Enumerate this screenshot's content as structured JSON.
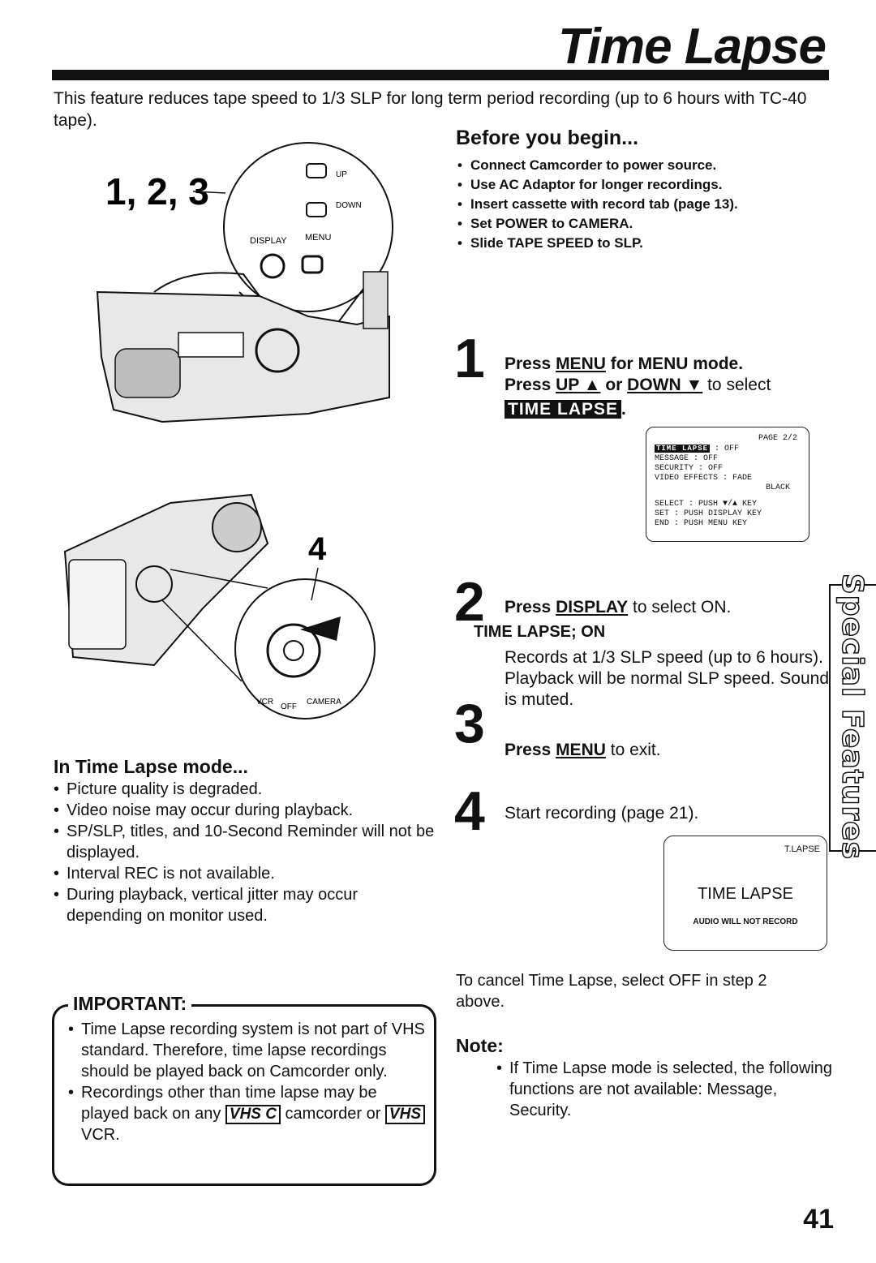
{
  "title": "Time Lapse",
  "intro": "This feature reduces tape speed to 1/3 SLP for long term period recording (up to 6 hours with TC-40 tape).",
  "fig1": {
    "callout": "1, 2, 3",
    "up": "UP",
    "down": "DOWN",
    "display": "DISPLAY",
    "menu": "MENU"
  },
  "fig2": {
    "callout": "4",
    "vcr": "VCR",
    "off": "OFF",
    "camera": "CAMERA"
  },
  "before": {
    "title": "Before you begin...",
    "items": [
      "Connect Camcorder to power source.",
      "Use AC Adaptor for longer recordings.",
      "Insert cassette with record tab (page 13).",
      "Set POWER to CAMERA.",
      "Slide TAPE SPEED to SLP."
    ]
  },
  "step1": {
    "num": "1",
    "line1_a": "Press ",
    "line1_u": "MENU",
    "line1_b": " for MENU mode.",
    "line2_a": "Press ",
    "line2_u1": "UP ▲",
    "line2_mid": " or ",
    "line2_u2": "DOWN ▼",
    "line2_b": " to select",
    "highlight": "TIME LAPSE",
    "dot": "."
  },
  "menu_screen": {
    "page": "PAGE 2/2",
    "rows": [
      {
        "label": "TIME LAPSE",
        "value": ": OFF"
      },
      {
        "label": "MESSAGE",
        "value": ": OFF"
      },
      {
        "label": "SECURITY",
        "value": ": OFF"
      },
      {
        "label": "VIDEO EFFECTS",
        "value": ": FADE"
      }
    ],
    "black": "BLACK",
    "controls": [
      {
        "label": "SELECT",
        "value": ": PUSH ▼/▲ KEY"
      },
      {
        "label": "SET",
        "value": ": PUSH DISPLAY KEY"
      },
      {
        "label": "END",
        "value": ": PUSH MENU KEY"
      }
    ]
  },
  "step2": {
    "num": "2",
    "line_a": "Press ",
    "line_u": "DISPLAY",
    "line_b": " to select ON.",
    "sub": "TIME LAPSE; ON",
    "desc": "Records at 1/3 SLP speed (up to 6 hours). Playback will be normal SLP speed. Sound is muted."
  },
  "step3": {
    "num": "3",
    "a": "Press ",
    "u": "MENU",
    "b": " to exit."
  },
  "step4": {
    "num": "4",
    "text": "Start recording (page 21)."
  },
  "tl_screen": {
    "corner": "T.LAPSE",
    "main": "TIME LAPSE",
    "sub": "AUDIO WILL NOT RECORD"
  },
  "side_tab": "Special Features",
  "mode": {
    "title": "In Time Lapse mode...",
    "items": [
      "Picture quality is degraded.",
      "Video noise may occur during playback.",
      "SP/SLP, titles, and 10-Second Reminder will not be displayed.",
      "Interval REC is not available.",
      "During playback, vertical jitter may occur depending on monitor used."
    ]
  },
  "important": {
    "title": "IMPORTANT:",
    "item1": "Time Lapse recording system is not part of VHS standard. Therefore, time lapse recordings should be played back on Camcorder only.",
    "item2_a": "Recordings other than time lapse may be played back on any",
    "logo1": "VHS C",
    "item2_b": "camcorder or",
    "logo2": "VHS",
    "item2_c": "VCR."
  },
  "cancel": "To cancel Time Lapse, select OFF in step 2 above.",
  "note": {
    "title": "Note:",
    "text": "If Time Lapse mode is selected, the following functions are not available: Message, Security."
  },
  "page_number": "41"
}
